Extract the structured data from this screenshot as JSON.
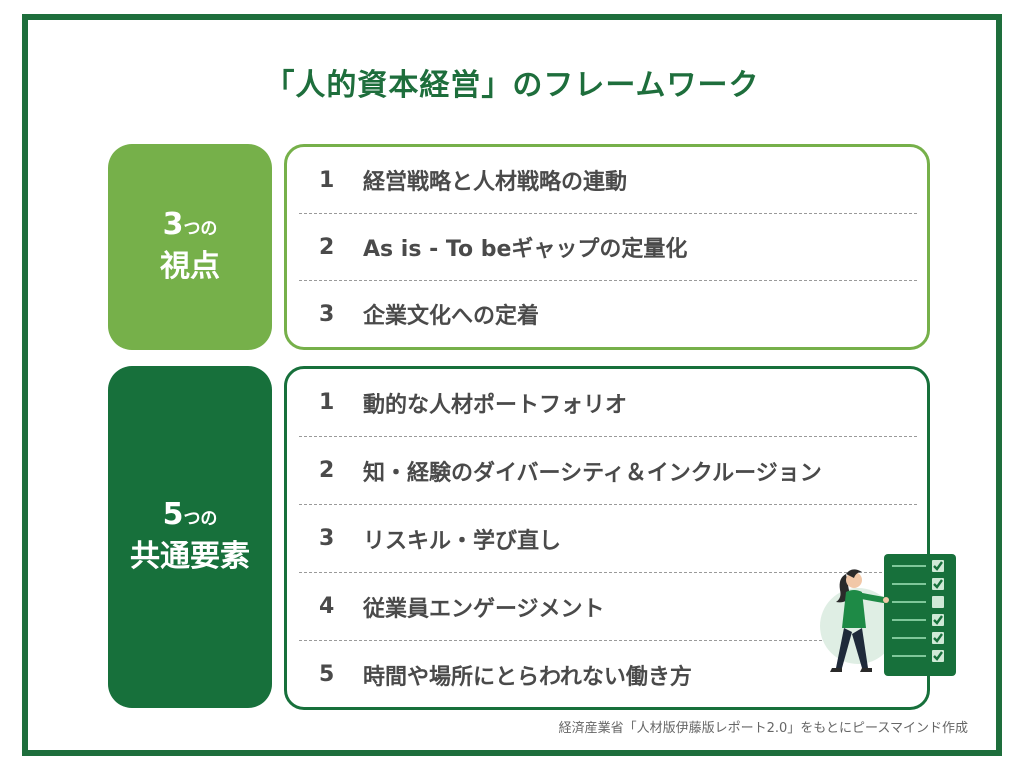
{
  "title": "「人的資本経営」のフレームワーク",
  "perspectives": {
    "number": "3",
    "suffix": "つの",
    "word": "視点",
    "items": [
      {
        "num": "1",
        "text": "経営戦略と人材戦略の連動"
      },
      {
        "num": "2",
        "text": "As is - To beギャップの定量化"
      },
      {
        "num": "3",
        "text": "企業文化への定着"
      }
    ]
  },
  "elements": {
    "number": "5",
    "suffix": "つの",
    "word": "共通要素",
    "items": [
      {
        "num": "1",
        "text": "動的な人材ポートフォリオ"
      },
      {
        "num": "2",
        "text": "知・経験のダイバーシティ＆インクルージョン"
      },
      {
        "num": "3",
        "text": "リスキル・学び直し"
      },
      {
        "num": "4",
        "text": "従業員エンゲージメント"
      },
      {
        "num": "5",
        "text": "時間や場所にとらわれない働き方"
      }
    ]
  },
  "source_caption": "経済産業省「人材版伊藤版レポート2.0」をもとにピースマインド作成",
  "colors": {
    "dark_green": "#17703b",
    "light_green": "#76b04a",
    "frame": "#1e6e3c"
  },
  "illustration": "woman-checklist-illustration"
}
